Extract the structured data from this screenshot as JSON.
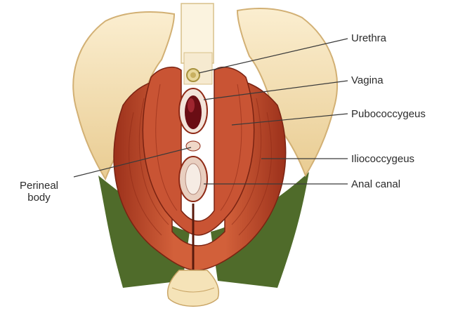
{
  "labels": {
    "urethra": "Urethra",
    "vagina": "Vagina",
    "pubococcygeus": "Pubococcygeus",
    "iliococcygeus": "Iliococcygeus",
    "anal_canal": "Anal canal",
    "perineal_body": "Perineal\nbody"
  },
  "colors": {
    "bone": "#f5e3b8",
    "bone_shadow": "#d9b97c",
    "muscle": "#c0472a",
    "muscle_dark": "#8f2a16",
    "muscle_light": "#e07a55",
    "ligament_green": "#4f6b2a",
    "green_dark": "#3a5120",
    "leader_line": "#3a3a3a",
    "text": "#2b2b2b"
  }
}
